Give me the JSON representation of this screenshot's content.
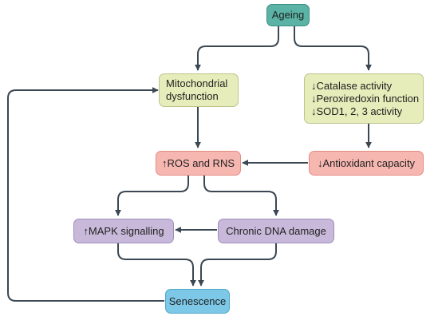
{
  "colors": {
    "teal": "#5ab3a4",
    "yellow": "#e6edba",
    "red": "#f7b7b1",
    "purple": "#c8b9da",
    "blue": "#7cc8e6",
    "arrow": "#3b4753"
  },
  "nodes": {
    "ageing": {
      "label": "Ageing"
    },
    "mito": {
      "lines": [
        "Mitochondrial",
        "dysfunction"
      ]
    },
    "enzymes": {
      "lines": [
        "↓Catalase activity",
        "↓Peroxiredoxin function",
        "↓SOD1, 2, 3 activity"
      ]
    },
    "ros": {
      "label": "↑ROS and RNS"
    },
    "antiox": {
      "label": "↓Antioxidant capacity"
    },
    "mapk": {
      "label": "↑MAPK signalling"
    },
    "dna": {
      "label": "Chronic DNA damage"
    },
    "senescence": {
      "label": "Senescence"
    }
  }
}
